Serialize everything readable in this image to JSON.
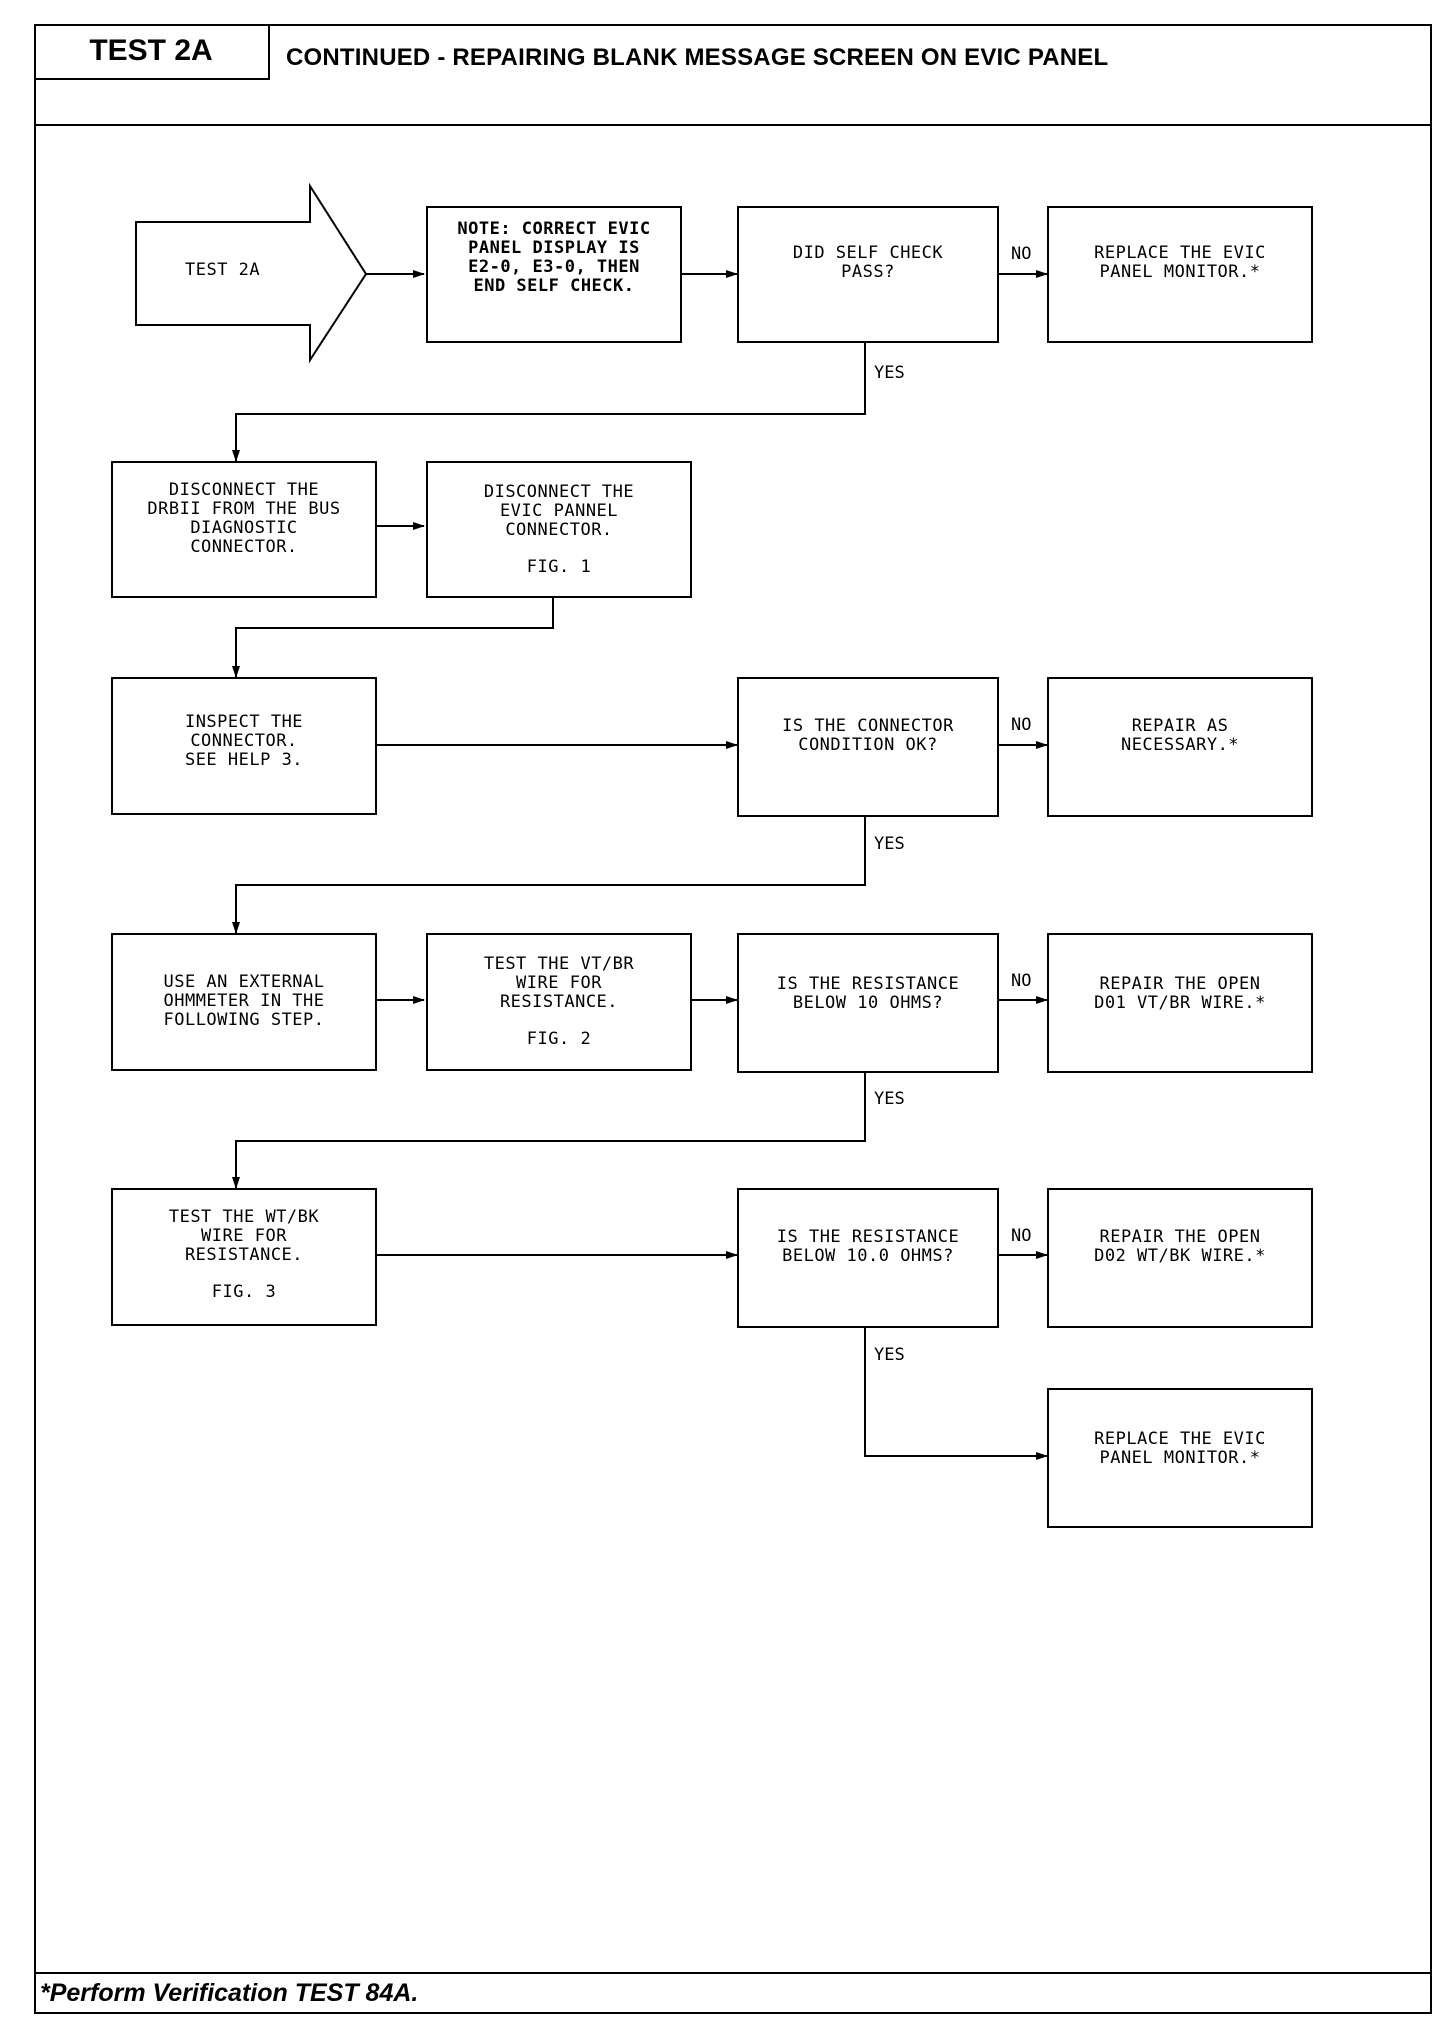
{
  "header": {
    "test_id": "TEST 2A",
    "title": "CONTINUED - REPAIRING BLANK MESSAGE SCREEN ON EVIC PANEL"
  },
  "footer": {
    "note": "*Perform Verification TEST 84A."
  },
  "flow": {
    "start": "TEST 2A",
    "row1": {
      "note": "NOTE: CORRECT EVIC\nPANEL DISPLAY IS\nE2-0, E3-0, THEN\nEND SELF CHECK.",
      "question": "DID SELF CHECK\nPASS?",
      "no_label": "NO",
      "no_action": "REPLACE THE EVIC\nPANEL MONITOR.*",
      "yes_label": "YES"
    },
    "row2": {
      "step1": "DISCONNECT THE\nDRBII FROM THE BUS\nDIAGNOSTIC\nCONNECTOR.",
      "step2": "DISCONNECT THE\nEVIC PANNEL\nCONNECTOR.",
      "step2_fig": "FIG. 1"
    },
    "row3": {
      "step": "INSPECT THE\nCONNECTOR.\nSEE HELP 3.",
      "question": "IS THE CONNECTOR\nCONDITION OK?",
      "no_label": "NO",
      "no_action": "REPAIR AS\nNECESSARY.*",
      "yes_label": "YES"
    },
    "row4": {
      "step1": "USE AN EXTERNAL\nOHMMETER IN THE\nFOLLOWING STEP.",
      "step2": "TEST THE VT/BR\nWIRE FOR\nRESISTANCE.",
      "step2_fig": "FIG. 2",
      "question": "IS THE RESISTANCE\nBELOW 10 OHMS?",
      "no_label": "NO",
      "no_action": "REPAIR THE OPEN\nD01 VT/BR WIRE.*",
      "yes_label": "YES"
    },
    "row5": {
      "step": "TEST THE WT/BK\nWIRE FOR\nRESISTANCE.",
      "step_fig": "FIG. 3",
      "question": "IS THE RESISTANCE\nBELOW 10.0 OHMS?",
      "no_label": "NO",
      "no_action": "REPAIR THE OPEN\nD02 WT/BK WIRE.*",
      "yes_label": "YES",
      "yes_action": "REPLACE THE EVIC\nPANEL MONITOR.*"
    }
  }
}
